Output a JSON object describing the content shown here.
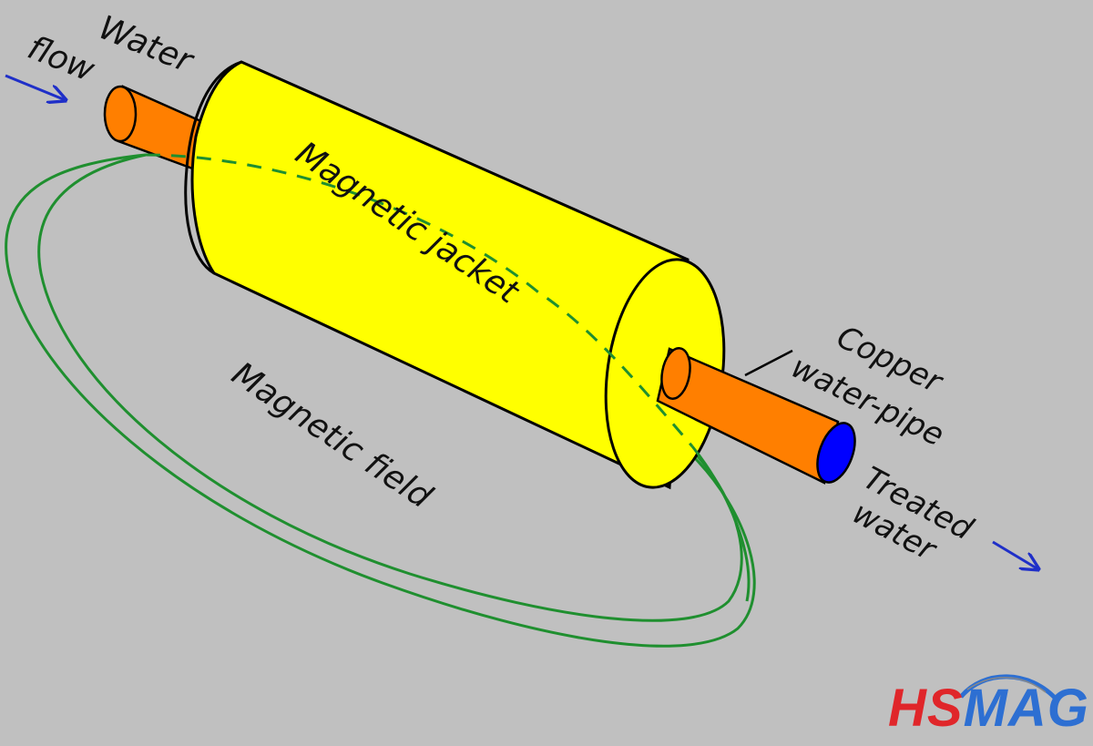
{
  "labels": {
    "water": "Water",
    "flow": "flow",
    "magnetic_jacket": "Magnetic jacket",
    "magnetic_field": "Magnetic field",
    "copper": "Copper",
    "water_pipe": "water-pipe",
    "treated": "Treated",
    "treated_water": "water"
  },
  "logo": {
    "part1": "HS",
    "part2": "MAG",
    "color_primary": "#e0262a",
    "color_secondary": "#2d6fd2"
  },
  "colors": {
    "background": "#c0c0c0",
    "jacket": "#ffff00",
    "pipe": "#ff7f00",
    "pipe_opening": "#0000ff",
    "field": "#1f8f2f",
    "arrow": "#1f2fc8"
  }
}
